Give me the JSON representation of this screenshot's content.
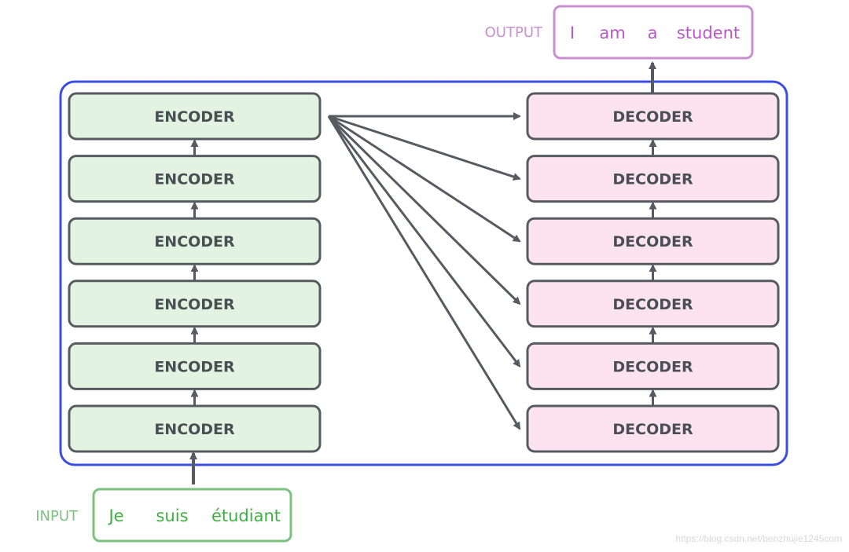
{
  "colors": {
    "stack_border": "#3b4ee0",
    "encoder_fill": "#e2f4e1",
    "decoder_fill": "#fde3ef",
    "block_border": "#555b61",
    "block_text": "#4a4f55",
    "arrow": "#555b61",
    "input_accent": "#7cc27f",
    "input_text": "#3fae43",
    "output_accent": "#c98fd1",
    "output_text": "#b758c4",
    "watermark": "#d8d8d8"
  },
  "encoders": [
    "ENCODER",
    "ENCODER",
    "ENCODER",
    "ENCODER",
    "ENCODER",
    "ENCODER"
  ],
  "decoders": [
    "DECODER",
    "DECODER",
    "DECODER",
    "DECODER",
    "DECODER",
    "DECODER"
  ],
  "input": {
    "label": "INPUT",
    "tokens": [
      "Je",
      "suis",
      "étudiant"
    ]
  },
  "output": {
    "label": "OUTPUT",
    "tokens": [
      "I",
      "am",
      "a",
      "student"
    ]
  },
  "watermark": "https://blog.csdn.net/benzhujie1245com"
}
